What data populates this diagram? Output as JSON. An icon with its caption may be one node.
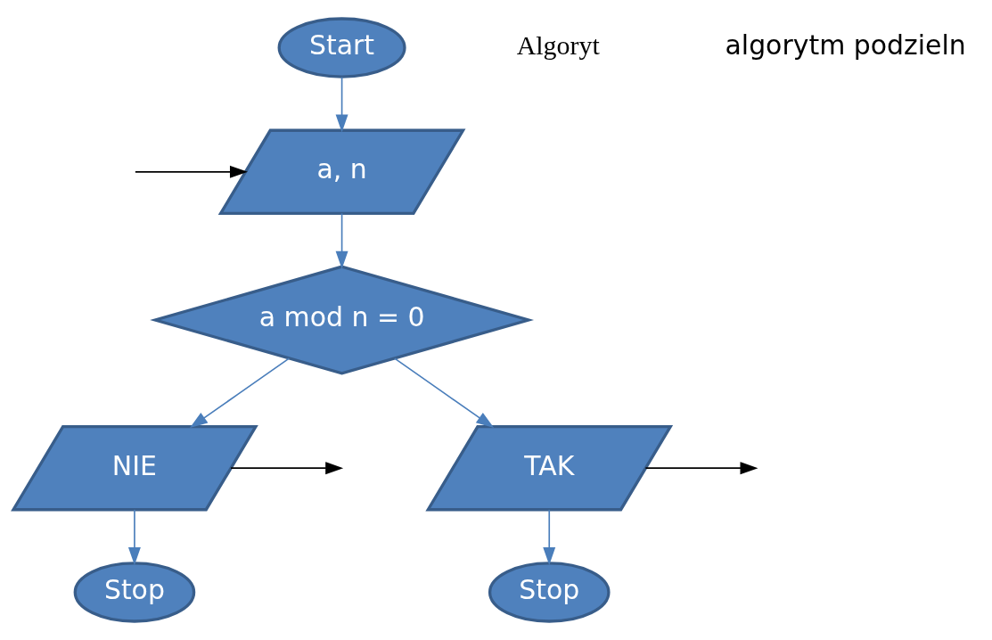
{
  "diagram": {
    "nodes": [
      {
        "text": [
          "Start"
        ]
      },
      {
        "text": [
          "a, n"
        ]
      },
      {
        "text": [
          "a mod n = 0"
        ]
      },
      {
        "text": [
          "NIE"
        ]
      },
      {
        "text": [
          "TAK"
        ]
      },
      {
        "text": [
          "Stop"
        ]
      },
      {
        "text": [
          "Stop"
        ]
      }
    ],
    "edges": [
      {
        "from": 0,
        "to": 1,
        "arrow": "to"
      },
      {
        "from": 1,
        "to": 2,
        "arrow": "to"
      },
      {
        "from": 2,
        "to": 3,
        "arrow": "to"
      },
      {
        "from": 2,
        "to": 4,
        "arrow": "to"
      },
      {
        "from": 3,
        "to": 5,
        "arrow": "to"
      },
      {
        "from": 4,
        "to": 6,
        "arrow": "to"
      },
      {
        "from": null,
        "to": 1,
        "arrow": "to",
        "color": "#000000"
      },
      {
        "from": 3,
        "to": null,
        "arrow": "to",
        "color": "#000000"
      },
      {
        "from": 4,
        "to": null,
        "arrow": "to",
        "color": "#000000"
      }
    ],
    "labels": [
      "Algoryt",
      "algorytm podzieln"
    ]
  }
}
